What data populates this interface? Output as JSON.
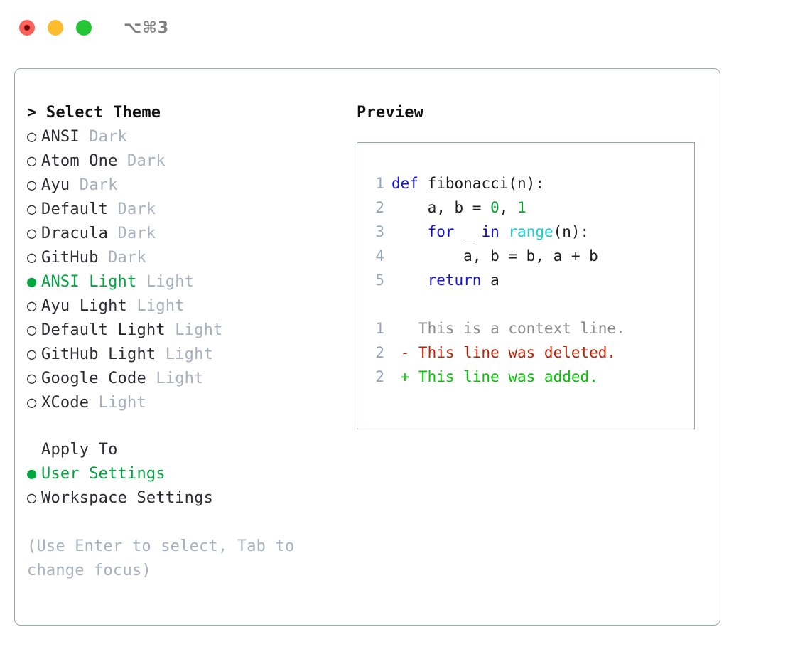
{
  "titlebar": {
    "shortcut": "⌥⌘3",
    "buttons": [
      {
        "name": "close",
        "color": "#fc6058"
      },
      {
        "name": "minimize",
        "color": "#fdbc2d"
      },
      {
        "name": "maximize",
        "color": "#24c633"
      }
    ]
  },
  "theme_panel": {
    "caret": ">",
    "heading": "Select Theme",
    "bullet_selected": "●",
    "bullet_unselected": "○",
    "options": [
      {
        "label": "ANSI",
        "tag": "Dark",
        "selected": false
      },
      {
        "label": "Atom One",
        "tag": "Dark",
        "selected": false
      },
      {
        "label": "Ayu",
        "tag": "Dark",
        "selected": false
      },
      {
        "label": "Default",
        "tag": "Dark",
        "selected": false
      },
      {
        "label": "Dracula",
        "tag": "Dark",
        "selected": false
      },
      {
        "label": "GitHub",
        "tag": "Dark",
        "selected": false
      },
      {
        "label": "ANSI Light",
        "tag": "Light",
        "selected": true
      },
      {
        "label": "Ayu Light",
        "tag": "Light",
        "selected": false
      },
      {
        "label": "Default Light",
        "tag": "Light",
        "selected": false
      },
      {
        "label": "GitHub Light",
        "tag": "Light",
        "selected": false
      },
      {
        "label": "Google Code",
        "tag": "Light",
        "selected": false
      },
      {
        "label": "XCode",
        "tag": "Light",
        "selected": false
      }
    ]
  },
  "apply_to": {
    "heading": "Apply To",
    "options": [
      {
        "label": "User Settings",
        "selected": true
      },
      {
        "label": "Workspace Settings",
        "selected": false
      }
    ]
  },
  "hint": "(Use Enter to select, Tab to change focus)",
  "preview": {
    "title": "Preview",
    "code_lines": [
      {
        "num": "1",
        "tokens": [
          {
            "t": "def",
            "c": "kw"
          },
          {
            "t": " fibonacci(n):",
            "c": "plain"
          }
        ]
      },
      {
        "num": "2",
        "tokens": [
          {
            "t": "    a, b = ",
            "c": "plain"
          },
          {
            "t": "0",
            "c": "num"
          },
          {
            "t": ", ",
            "c": "plain"
          },
          {
            "t": "1",
            "c": "num"
          }
        ]
      },
      {
        "num": "3",
        "tokens": [
          {
            "t": "    ",
            "c": "plain"
          },
          {
            "t": "for",
            "c": "kw"
          },
          {
            "t": " _ ",
            "c": "plain"
          },
          {
            "t": "in",
            "c": "kw"
          },
          {
            "t": " ",
            "c": "plain"
          },
          {
            "t": "range",
            "c": "fn"
          },
          {
            "t": "(n):",
            "c": "plain"
          }
        ]
      },
      {
        "num": "4",
        "tokens": [
          {
            "t": "        a, b = b, a + b",
            "c": "plain"
          }
        ]
      },
      {
        "num": "5",
        "tokens": [
          {
            "t": "    ",
            "c": "plain"
          },
          {
            "t": "return",
            "c": "kw"
          },
          {
            "t": " a",
            "c": "plain"
          }
        ]
      }
    ],
    "diff_lines": [
      {
        "num": "1",
        "marker": " ",
        "text": " This is a context line.",
        "kind": "ctx"
      },
      {
        "num": "2",
        "marker": "-",
        "text": " This line was deleted.",
        "kind": "del"
      },
      {
        "num": "2",
        "marker": "+",
        "text": " This line was added.",
        "kind": "add"
      }
    ]
  },
  "colors": {
    "accent_green": "#00a63f",
    "keyword_blue": "#1414e0",
    "function_cyan": "#14cfcf",
    "number_green": "#00a32a",
    "diff_add_green": "#00c400",
    "diff_del_red": "#c11f00",
    "muted_gray": "#a8b0bd",
    "border": "#9aa7b5"
  }
}
